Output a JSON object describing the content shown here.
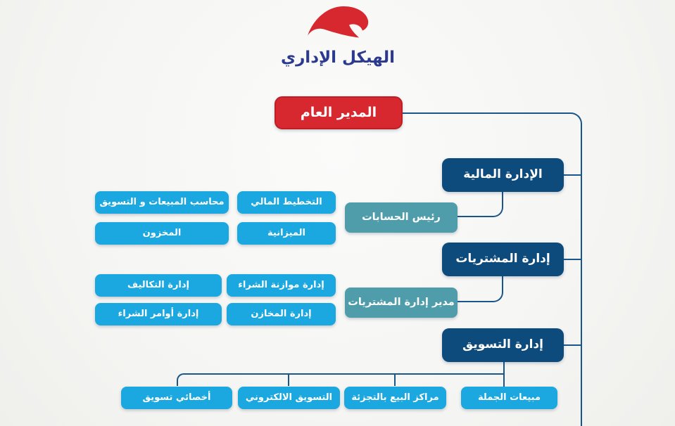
{
  "header": {
    "title": "الهيكل الإداري"
  },
  "org": {
    "root_label": "المدير العام",
    "departments": [
      {
        "label": "الإدارة المالية",
        "manager": "رئيس الحسابات",
        "units": [
          "التخطيط المالي",
          "محاسب المبيعات و التسويق",
          "الميزانية",
          "المخزون"
        ]
      },
      {
        "label": "إدارة المشتريات",
        "manager": "مدير إدارة المشتريات",
        "units": [
          "إدارة موازنة الشراء",
          "إدارة التكاليف",
          "إدارة المخازن",
          "إدارة أوامر الشراء"
        ]
      },
      {
        "label": "إدارة التسويق",
        "units": [
          "مبيعات الجملة",
          "مراكز البيع بالتجزئة",
          "التسويق الالكتروني",
          "أخصائي تسويق"
        ]
      }
    ]
  },
  "icons": {
    "logo": "red-swoosh-logo"
  },
  "colors": {
    "red": "#d7282f",
    "navy": "#0e4b7d",
    "teal": "#4f9dab",
    "lblue": "#1ba7e0",
    "title-navy": "#2b3a8f",
    "line": "#1b568a"
  }
}
